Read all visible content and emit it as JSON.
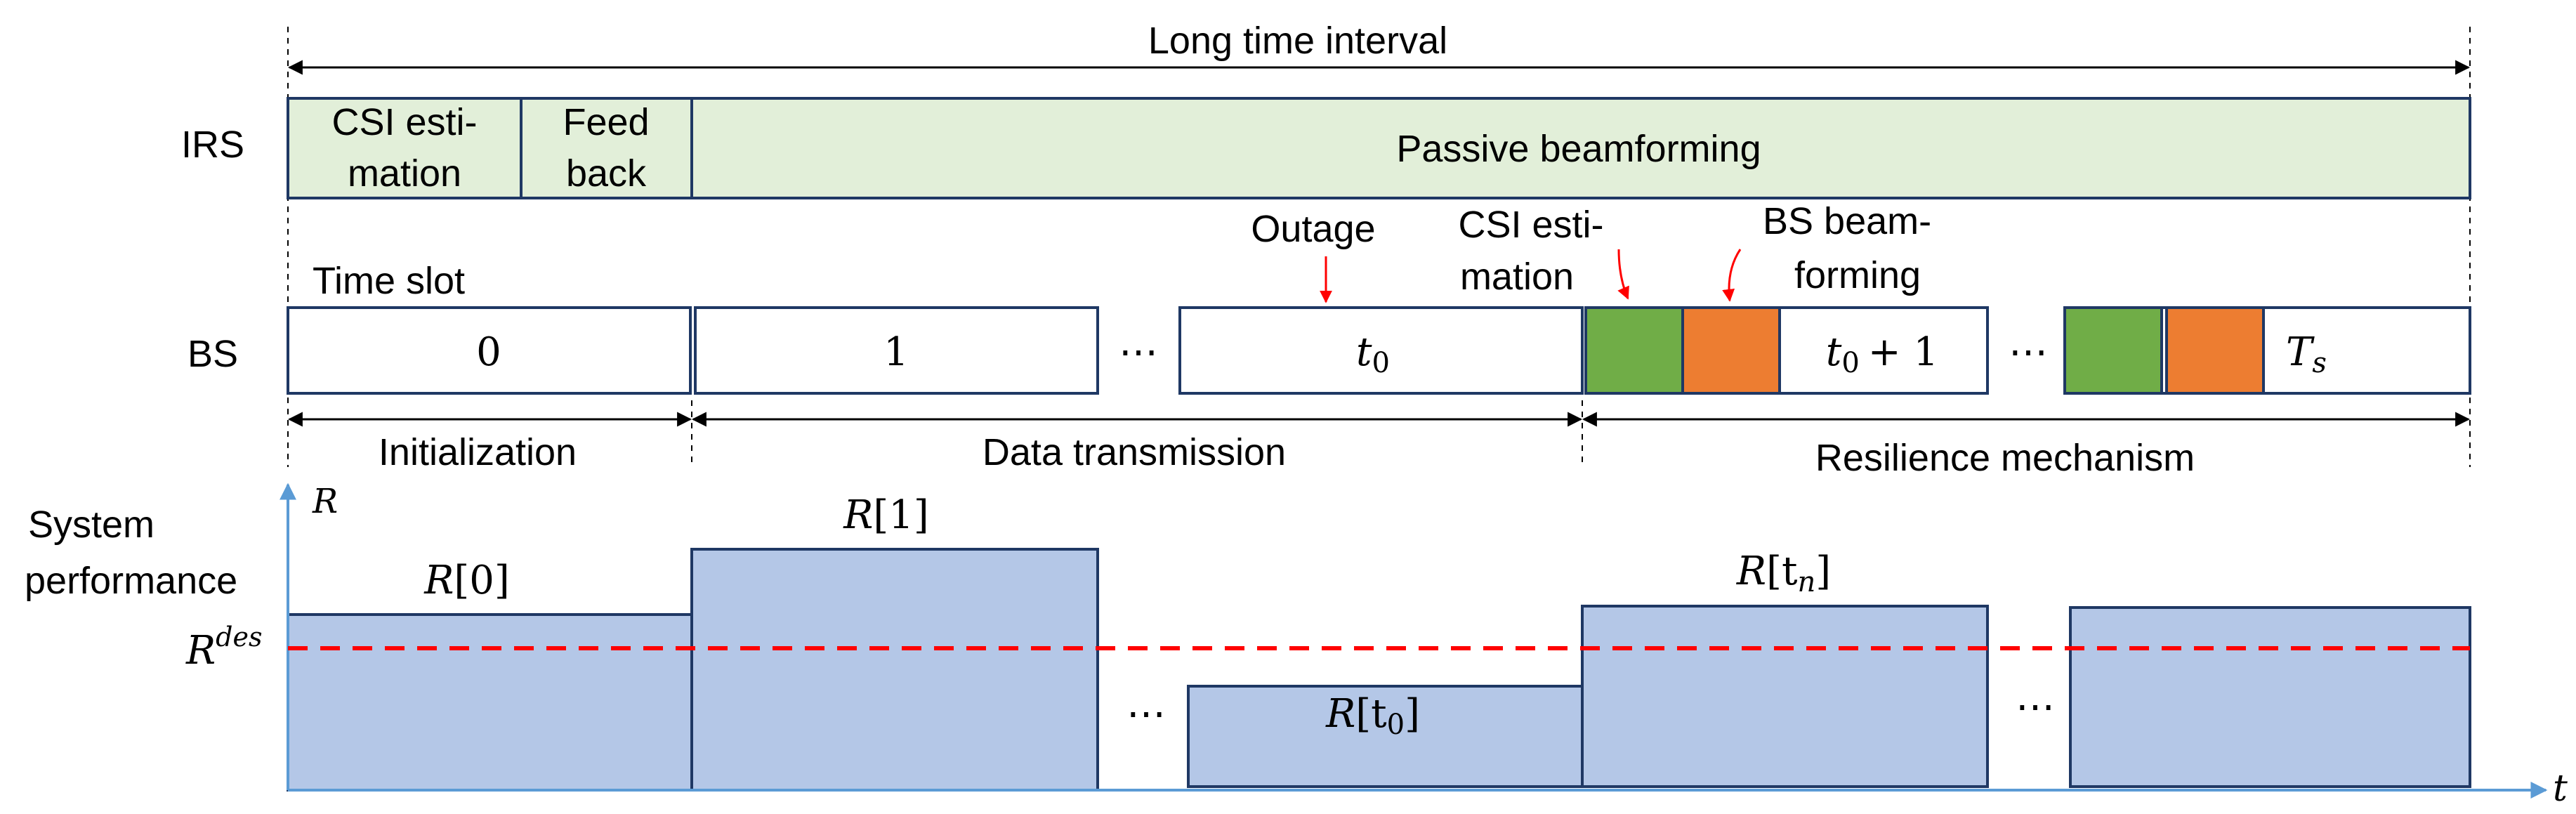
{
  "colors": {
    "irs_fill": "#e2efd9",
    "block_border": "#1f3864",
    "bar_fill": "#b4c7e7",
    "threshold": "#ff0000",
    "axis": "#5b9bd5",
    "green_block": "#70ad47",
    "orange_block": "#ed7d31",
    "outage_arrow": "#ff0000"
  },
  "labels": {
    "long_interval": "Long time interval",
    "irs": "IRS",
    "bs": "BS",
    "time_slot": "Time slot",
    "system_performance_line1": "System",
    "system_performance_line2": "performance",
    "outage": "Outage",
    "csi_est_line1": "CSI esti-",
    "csi_est_line2": "mation",
    "bs_beam_line1": "BS beam-",
    "bs_beam_line2": "forming"
  },
  "irs_blocks": {
    "csi_line1": "CSI esti-",
    "csi_line2": "mation",
    "feedback_line1": "Feed",
    "feedback_line2": "back",
    "passive": "Passive beamforming"
  },
  "bs_slots": {
    "slot0": "0",
    "slot1": "1",
    "slot_t0": "t",
    "slot_t0_sub": "0",
    "slot_t0p1": "t",
    "slot_t0p1_sub": "0",
    "slot_t0p1_plus": "+ 1",
    "slot_ts": "T",
    "slot_ts_sub": "s",
    "ellipsis": "⋯"
  },
  "phases": {
    "initialization": "Initialization",
    "data_transmission": "Data transmission",
    "resilience": "Resilience mechanism"
  },
  "performance": {
    "axis_y": "R",
    "axis_x": "t",
    "threshold_base": "R",
    "threshold_sup": "des",
    "r0_base": "R",
    "r0_idx": "[0]",
    "r1_base": "R",
    "r1_idx": "[1]",
    "rt0_base": "R",
    "rt0_open": "[t",
    "rt0_sub": "0",
    "rt0_close": "]",
    "rtn_base": "R",
    "rtn_open": "[t",
    "rtn_sub": "n",
    "rtn_close": "]",
    "ellipsis": "⋯"
  }
}
